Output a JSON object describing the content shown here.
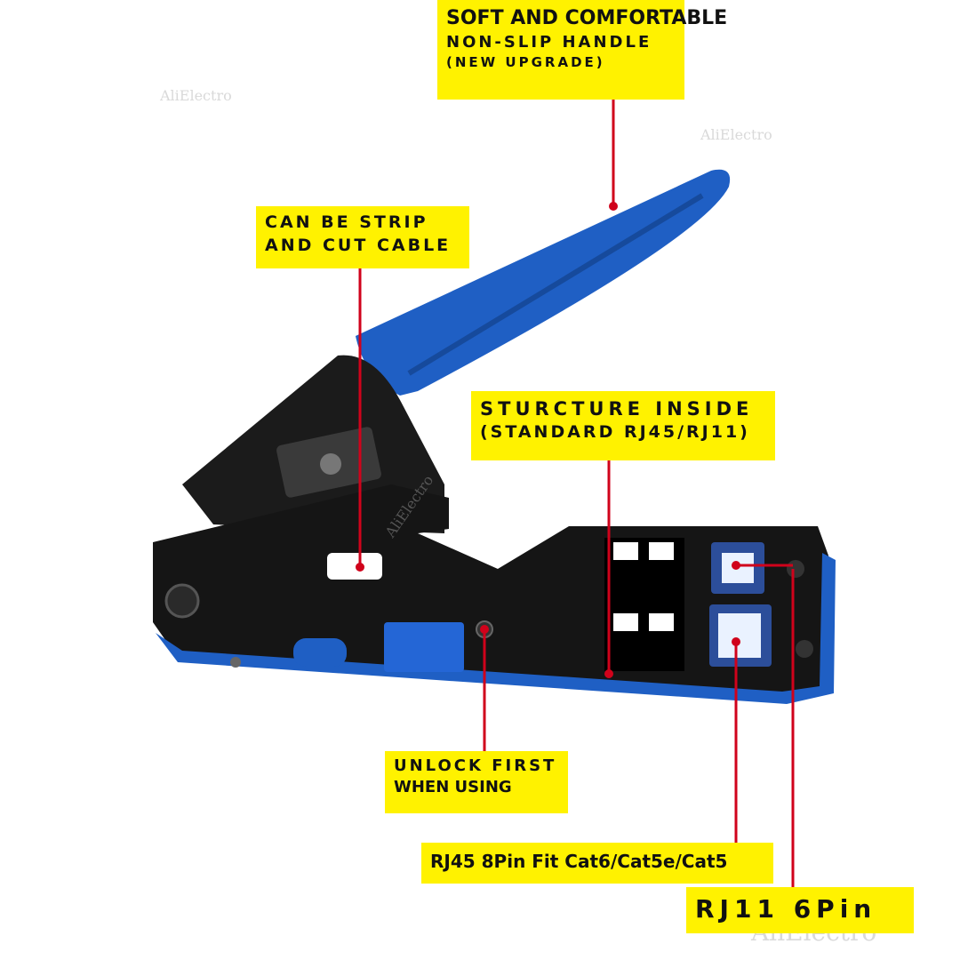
{
  "callouts": {
    "handle": {
      "line1": "SOFT AND COMFORTABLE",
      "line2": "NON-SLIP HANDLE",
      "line3": "(NEW UPGRADE)"
    },
    "strip": {
      "line1": "CAN BE STRIP",
      "line2": "AND CUT CABLE"
    },
    "structure": {
      "line1": "STURCTURE INSIDE",
      "line2": "(STANDARD RJ45/RJ11)"
    },
    "unlock": {
      "line1": "UNLOCK FIRST",
      "line2": "WHEN USING"
    },
    "rj45": "RJ45 8Pin Fit Cat6/Cat5e/Cat5",
    "rj11": "RJ11 6Pin"
  },
  "watermarks": [
    "AliElectro",
    "AliElectro",
    "AliElectro",
    "AliElectro"
  ],
  "colors": {
    "callout_bg": "#fff200",
    "pointer": "#d0021b",
    "handle_blue": "#1f5fc4",
    "body_black": "#151515"
  }
}
